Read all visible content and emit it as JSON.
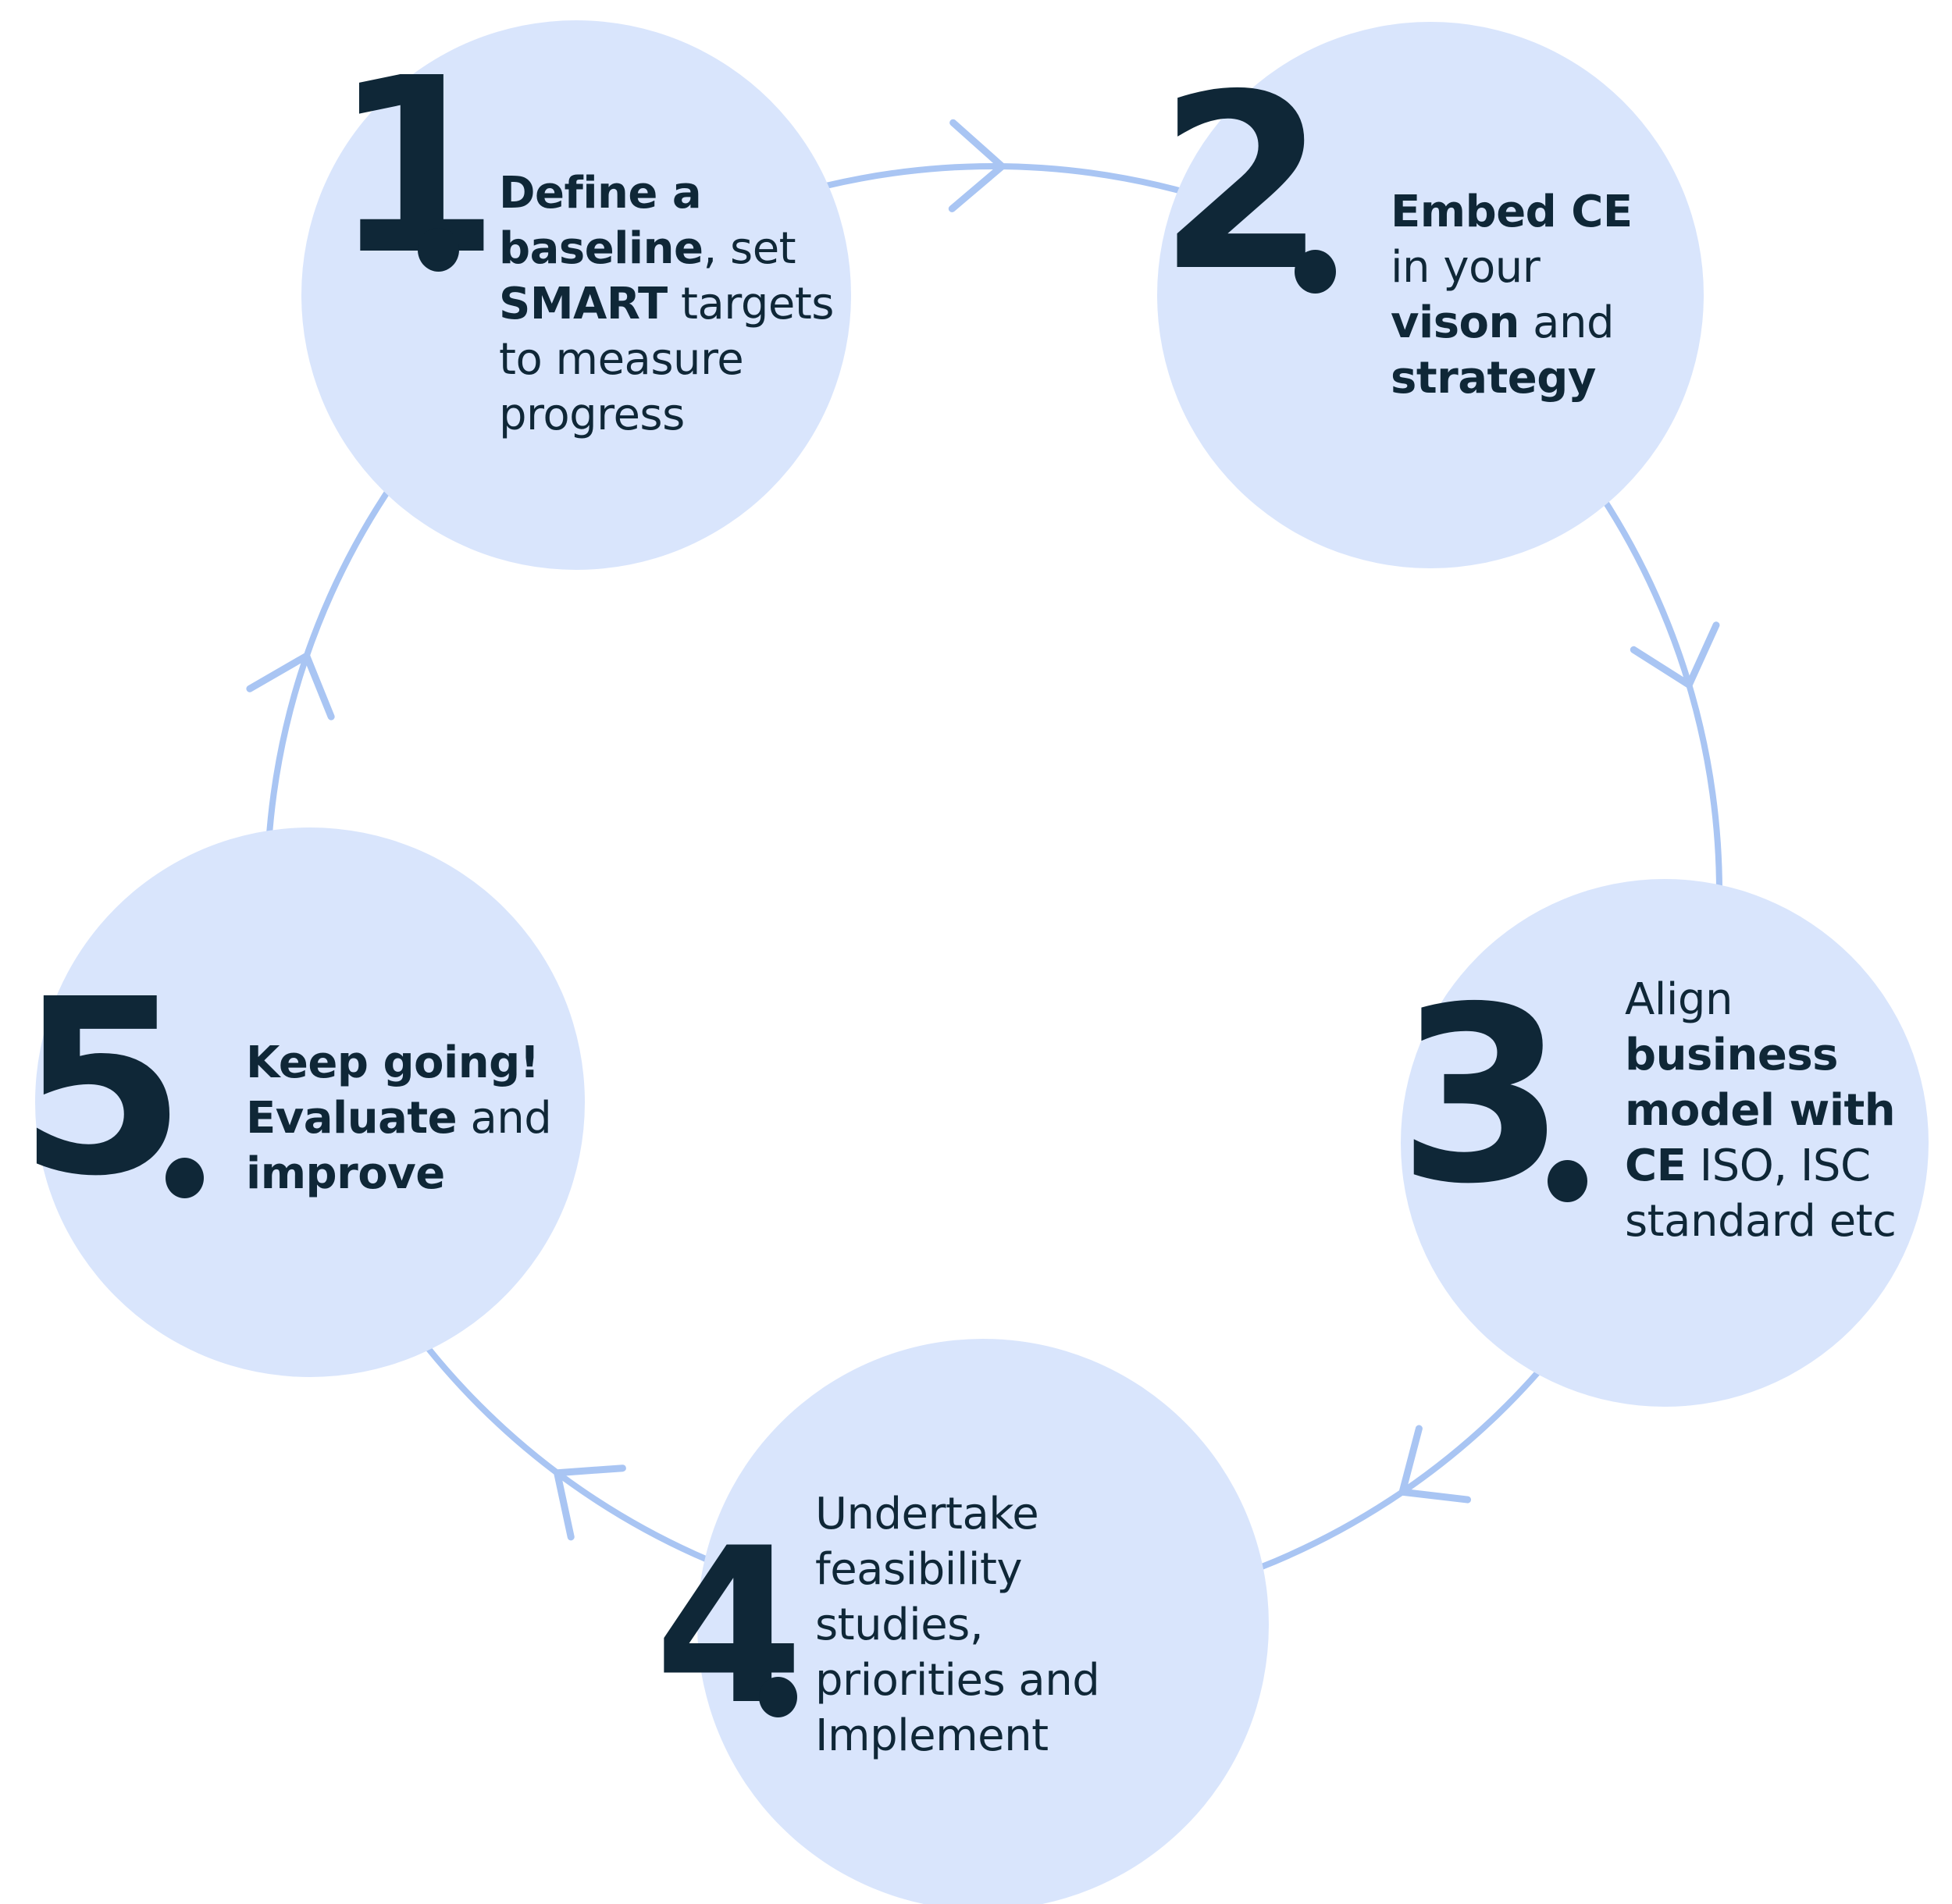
{
  "diagram": {
    "type": "cycle",
    "flow": "clockwise",
    "step_count": 5
  },
  "colors": {
    "background": "#ffffff",
    "circle_fill": "#d9e5fc",
    "text": "#0f2737",
    "number": "#0f2737",
    "arrow": "#a9c5f3"
  },
  "steps": [
    {
      "number": "1",
      "number_suffix": ".",
      "lines": [
        [
          {
            "text": "Define a",
            "bold": true
          }
        ],
        [
          {
            "text": "baseline",
            "bold": true
          },
          {
            "text": ", set",
            "bold": false
          }
        ],
        [
          {
            "text": "SMART",
            "bold": true
          },
          {
            "text": " targets",
            "bold": false
          }
        ],
        [
          {
            "text": "to measure",
            "bold": false
          }
        ],
        [
          {
            "text": "progress",
            "bold": false
          }
        ]
      ]
    },
    {
      "number": "2",
      "number_suffix": ".",
      "lines": [
        [
          {
            "text": "Embed CE",
            "bold": true
          }
        ],
        [
          {
            "text": "in your",
            "bold": false
          }
        ],
        [
          {
            "text": "vison",
            "bold": true
          },
          {
            "text": " and",
            "bold": false
          }
        ],
        [
          {
            "text": "strategy",
            "bold": true
          }
        ]
      ]
    },
    {
      "number": "3",
      "number_suffix": ".",
      "lines": [
        [
          {
            "text": "Align",
            "bold": false
          }
        ],
        [
          {
            "text": "business",
            "bold": true
          }
        ],
        [
          {
            "text": "model with",
            "bold": true
          }
        ],
        [
          {
            "text": "CE",
            "bold": true
          },
          {
            "text": " ISO, ISC",
            "bold": false
          }
        ],
        [
          {
            "text": "standard etc",
            "bold": false
          }
        ]
      ]
    },
    {
      "number": "4",
      "number_suffix": ".",
      "lines": [
        [
          {
            "text": "Undertake",
            "bold": false
          }
        ],
        [
          {
            "text": "feasibility",
            "bold": false
          }
        ],
        [
          {
            "text": "studies,",
            "bold": false
          }
        ],
        [
          {
            "text": "priorities and",
            "bold": false
          }
        ],
        [
          {
            "text": "Implement",
            "bold": false
          }
        ]
      ]
    },
    {
      "number": "5",
      "number_suffix": ".",
      "lines": [
        [
          {
            "text": "Keep going!",
            "bold": true
          }
        ],
        [
          {
            "text": "Evaluate",
            "bold": true
          },
          {
            "text": " and",
            "bold": false
          }
        ],
        [
          {
            "text": "improve",
            "bold": true
          }
        ]
      ]
    }
  ]
}
